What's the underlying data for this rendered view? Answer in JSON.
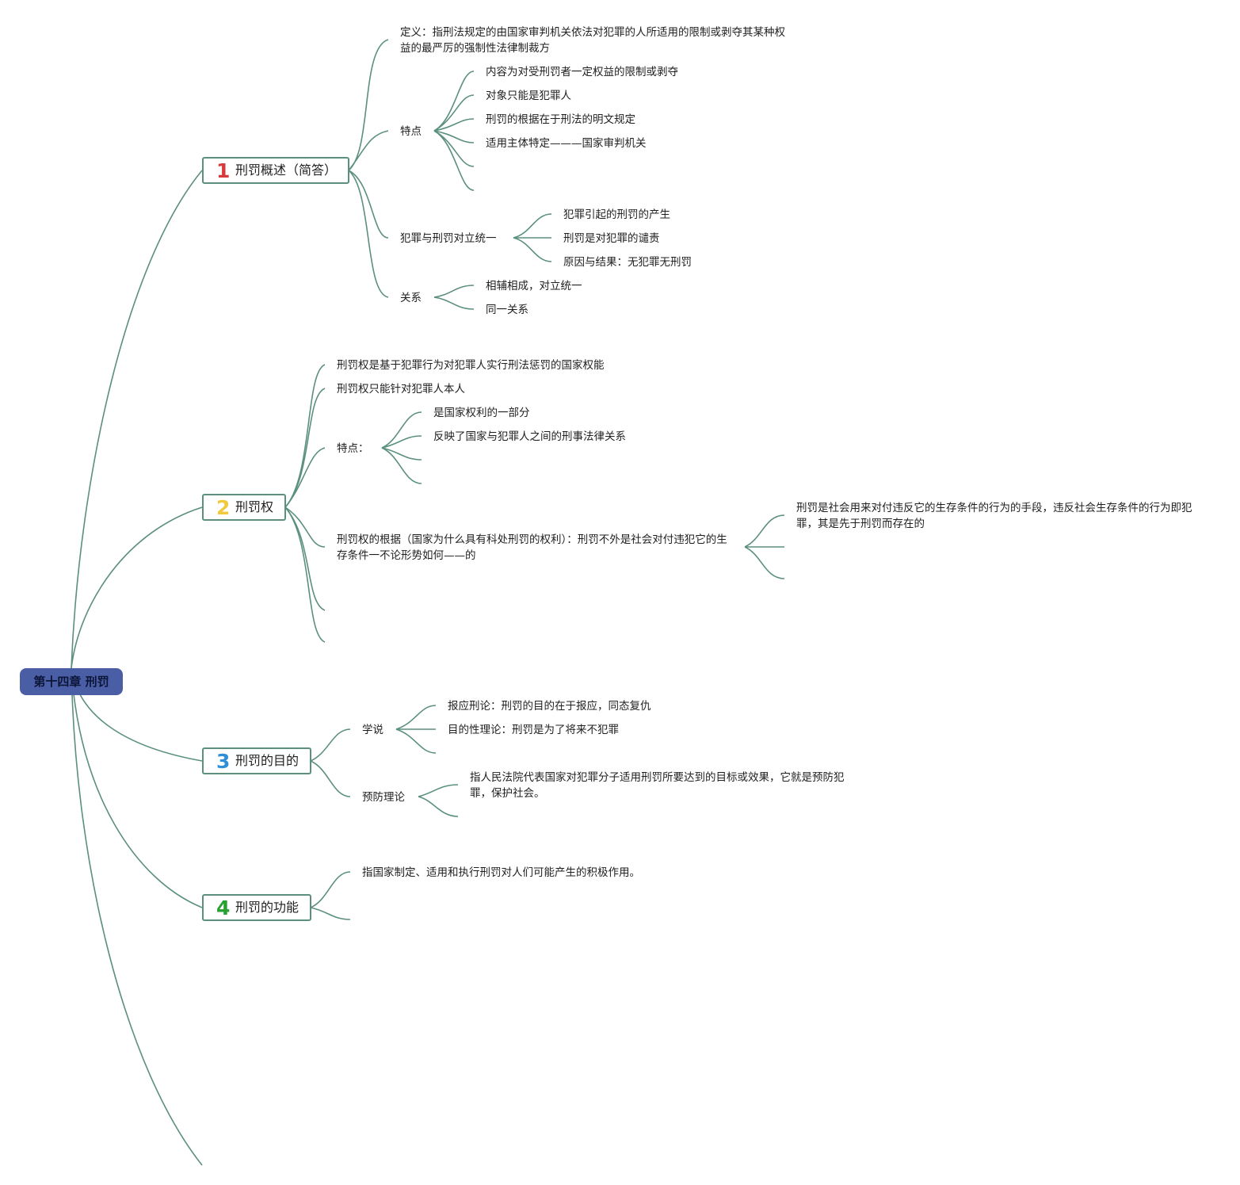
{
  "root": {
    "label": "第十四章 刑罚"
  },
  "colors": {
    "root_bg": "#4a5ea6",
    "line": "#5b8f7f",
    "num1": "#d63a3a",
    "num2": "#f0c93c",
    "num3": "#2f8fd6",
    "num4": "#27a032"
  },
  "b1": {
    "num": "1",
    "label": "刑罚概述（简答）",
    "definition": "定义：指刑法规定的由国家审判机关依法对犯罪的人所适用的限制或剥夺其某种权益的最严厉的强制性法律制裁方",
    "features": {
      "label": "特点",
      "items": [
        "内容为对受刑罚者一定权益的限制或剥夺",
        "对象只能是犯罪人",
        "刑罚的根据在于刑法的明文规定",
        "适用主体特定———国家审判机关"
      ]
    },
    "unity": {
      "label": "犯罪与刑罚对立统一",
      "items": [
        "犯罪引起的刑罚的产生",
        "刑罚是对犯罪的谴责",
        "原因与结果：无犯罪无刑罚"
      ]
    },
    "relation": {
      "label": "关系",
      "items": [
        "相辅相成，对立统一",
        "同一关系"
      ]
    }
  },
  "b2": {
    "num": "2",
    "label": "刑罚权",
    "item1": "刑罚权是基于犯罪行为对犯罪人实行刑法惩罚的国家权能",
    "item2": "刑罚权只能针对犯罪人本人",
    "features": {
      "label": "特点：",
      "items": [
        "是国家权利的一部分",
        "反映了国家与犯罪人之间的刑事法律关系"
      ]
    },
    "basis": {
      "label": "刑罚权的根据（国家为什么具有科处刑罚的权利）：刑罚不外是社会对付违犯它的生存条件一不论形势如何——的",
      "detail": "刑罚是社会用来对付违反它的生存条件的行为的手段，违反社会生存条件的行为即犯罪，其是先于刑罚而存在的"
    }
  },
  "b3": {
    "num": "3",
    "label": "刑罚的目的",
    "theory": {
      "label": "学说",
      "items": [
        "报应刑论：刑罚的目的在于报应，同态复仇",
        "目的性理论：刑罚是为了将来不犯罪"
      ]
    },
    "prevention": {
      "label": "预防理论",
      "detail": "指人民法院代表国家对犯罪分子适用刑罚所要达到的目标或效果，它就是预防犯罪，保护社会。"
    }
  },
  "b4": {
    "num": "4",
    "label": "刑罚的功能",
    "item": "指国家制定、适用和执行刑罚对人们可能产生的积极作用。"
  }
}
